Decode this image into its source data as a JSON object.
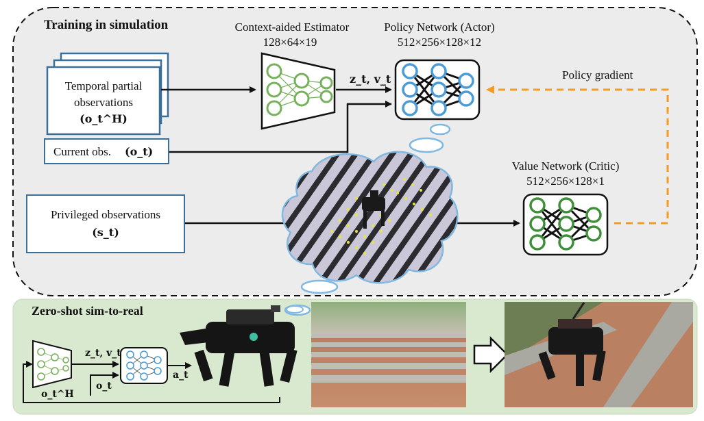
{
  "sections": {
    "training": {
      "title": "Training in simulation"
    },
    "real": {
      "title": "Zero-shot sim-to-real"
    }
  },
  "inputs": {
    "temporal": {
      "line1": "Temporal partial",
      "line2": "observations",
      "symbol": "(o_t^H)"
    },
    "current": {
      "label": "Current obs.",
      "symbol": "(o_t)"
    },
    "privileged": {
      "line1": "Privileged observations",
      "symbol": "(s_t)"
    }
  },
  "estimator": {
    "title": "Context-aided Estimator",
    "dims": "128×64×19"
  },
  "actor": {
    "title": "Policy Network (Actor)",
    "dims": "512×256×128×12"
  },
  "critic": {
    "title": "Value Network (Critic)",
    "dims": "512×256×128×1"
  },
  "edges": {
    "latent": "z_t, v_t",
    "policy_gradient": "Policy gradient"
  },
  "real_diagram": {
    "latent": "z_t, v_t",
    "obs": "o_t",
    "history": "o_t^H",
    "action": "a_t"
  },
  "colors": {
    "estimator_green": "#77b05a",
    "actor_blue": "#4a9bd6",
    "critic_green": "#3f8f3a",
    "gradient_orange": "#f39c1f",
    "box_border": "#3a6f9a",
    "sim_bg": "#ececec",
    "real_bg": "#d9e9cf"
  }
}
